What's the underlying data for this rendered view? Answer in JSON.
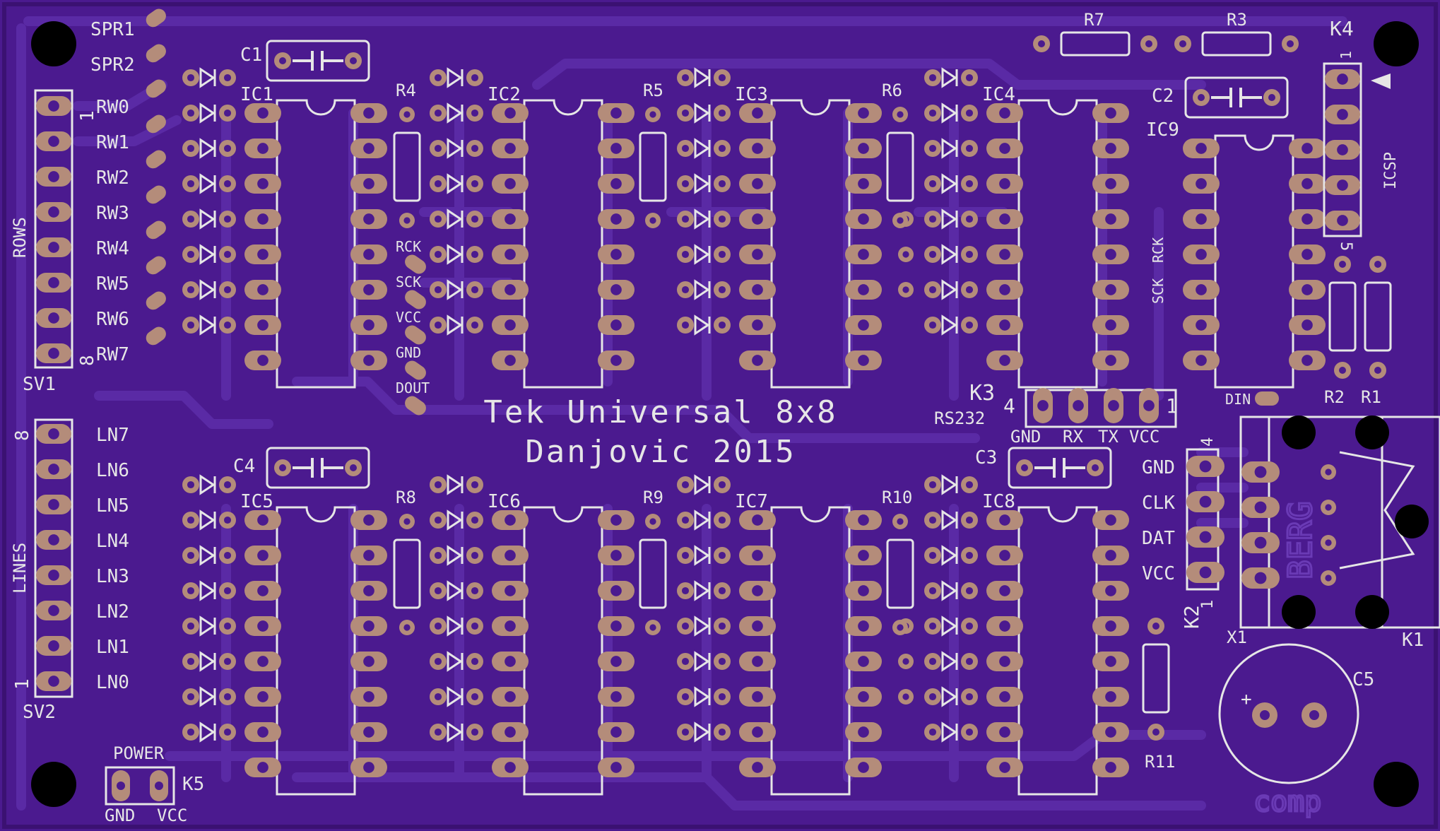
{
  "board": {
    "title_line1": "Tek Universal 8x8",
    "title_line2": "Danjovic 2015",
    "colors": {
      "board": "#4b1a8f",
      "board_dark": "#3d1178",
      "trace": "#5a28a3",
      "pad": "#b48c7a",
      "silk": "#e6e6e6",
      "hole": "#000000"
    }
  },
  "connectors": {
    "sv1": {
      "name": "SV1",
      "group": "ROWS",
      "pin_first": "1",
      "pin_last": "8",
      "labels": [
        "RW0",
        "RW1",
        "RW2",
        "RW3",
        "RW4",
        "RW5",
        "RW6",
        "RW7"
      ]
    },
    "sv2": {
      "name": "SV2",
      "group": "LINES",
      "pin_first": "1",
      "pin_last": "8",
      "labels": [
        "LN7",
        "LN6",
        "LN5",
        "LN4",
        "LN3",
        "LN2",
        "LN1",
        "LN0"
      ]
    },
    "spare": [
      "SPR1",
      "SPR2"
    ],
    "k3": {
      "name": "K3",
      "subtitle": "RS232",
      "pin_first": "4",
      "pin_last": "1",
      "labels": [
        "GND",
        "RX",
        "TX",
        "VCC"
      ]
    },
    "k4": {
      "name": "K4",
      "subtitle": "ICSP",
      "pin_first": "1"
    },
    "k2": {
      "name": "K2",
      "pin_first": "4",
      "pin_last": "1",
      "labels": [
        "GND",
        "CLK",
        "DAT",
        "VCC"
      ]
    },
    "k5": {
      "name": "K5",
      "subtitle": "POWER",
      "labels": [
        "GND",
        "VCC"
      ]
    },
    "k1": {
      "name": "K1",
      "brand": "BERG"
    },
    "x1": {
      "name": "X1"
    },
    "mid_pins": [
      "RCK",
      "SCK",
      "VCC",
      "GND",
      "DOUT"
    ],
    "ic9_pins": [
      "RCK",
      "SCK"
    ],
    "din": "DIN"
  },
  "components": {
    "ics_top": [
      "IC1",
      "IC2",
      "IC3",
      "IC4"
    ],
    "ics_bottom": [
      "IC5",
      "IC6",
      "IC7",
      "IC8"
    ],
    "ic9": "IC9",
    "caps": {
      "c1": "C1",
      "c2": "C2",
      "c3": "C3",
      "c4": "C4",
      "c5": "C5",
      "c5_polarity": "+"
    },
    "resistors_top": [
      "R4",
      "R5",
      "R6"
    ],
    "resistors_bottom": [
      "R8",
      "R9",
      "R10"
    ],
    "r7": "R7",
    "r3": "R3",
    "r2": "R2",
    "r1": "R1",
    "r11": "R11",
    "r_small_label": "5",
    "watermark": "comp"
  }
}
